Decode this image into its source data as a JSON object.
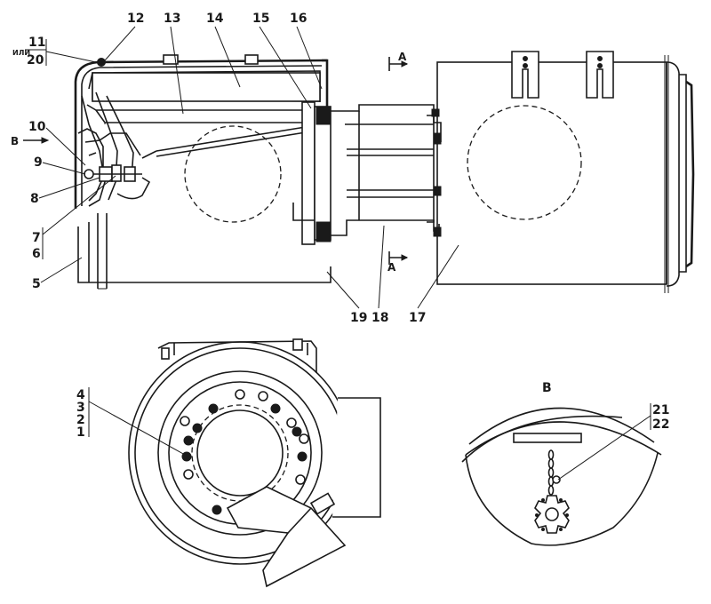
{
  "callouts": {
    "c1": "1",
    "c2": "2",
    "c3": "3",
    "c4": "4",
    "c5": "5",
    "c6": "6",
    "c7": "7",
    "c8": "8",
    "c9": "9",
    "c10": "10",
    "c11": "11",
    "c12": "12",
    "c13": "13",
    "c14": "14",
    "c15": "15",
    "c16": "16",
    "c17": "17",
    "c18": "18",
    "c19": "19",
    "c20": "20",
    "c21": "21",
    "c22": "22"
  },
  "annotations": {
    "ili": "ИЛИ",
    "arrow_b_label": "B",
    "section_a_top": "A",
    "section_a_bottom": "A",
    "view_b_title": "B"
  },
  "colors": {
    "ink": "#1a1a1a",
    "paper": "#ffffff"
  }
}
